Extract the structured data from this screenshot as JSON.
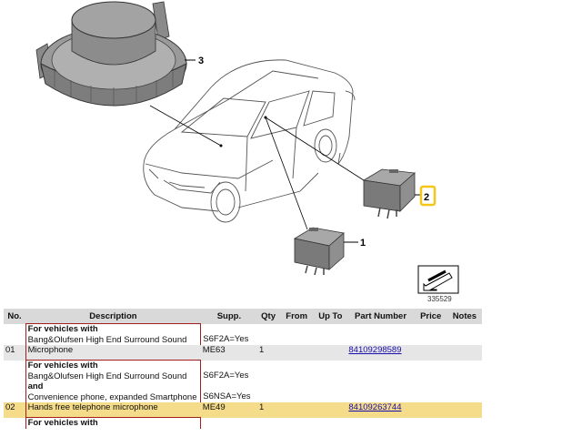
{
  "diagram": {
    "callouts": [
      "3",
      "2",
      "1"
    ],
    "image_id": "335529",
    "colors": {
      "highlight": "#f5c518",
      "row_yellow": "#f5dc8a",
      "row_grey": "#e6e6e6",
      "link": "#1a0dab",
      "bracket": "#a02020"
    }
  },
  "table": {
    "headers": [
      "No.",
      "Description",
      "Supp.",
      "Qty",
      "From",
      "Up To",
      "Part Number",
      "Price",
      "Notes"
    ],
    "group1": {
      "title": "For vehicles with",
      "line1": "Bang&Olufsen High End Surround Sound",
      "supp1": "S6F2A=Yes"
    },
    "row1": {
      "no": "01",
      "desc": "Microphone",
      "supp": "ME63",
      "qty": "1",
      "part": "84109298589"
    },
    "group2": {
      "title": "For vehicles with",
      "line1": "Bang&Olufsen High End Surround Sound",
      "and": "and",
      "line2": "Convenience phone, expanded Smartphone",
      "supp1": "S6F2A=Yes",
      "supp2": "S6NSA=Yes"
    },
    "row2": {
      "no": "02",
      "desc": "Hands free telephone microphone",
      "supp": "ME49",
      "qty": "1",
      "part": "84109263744"
    },
    "group3": {
      "title": "For vehicles with"
    }
  }
}
